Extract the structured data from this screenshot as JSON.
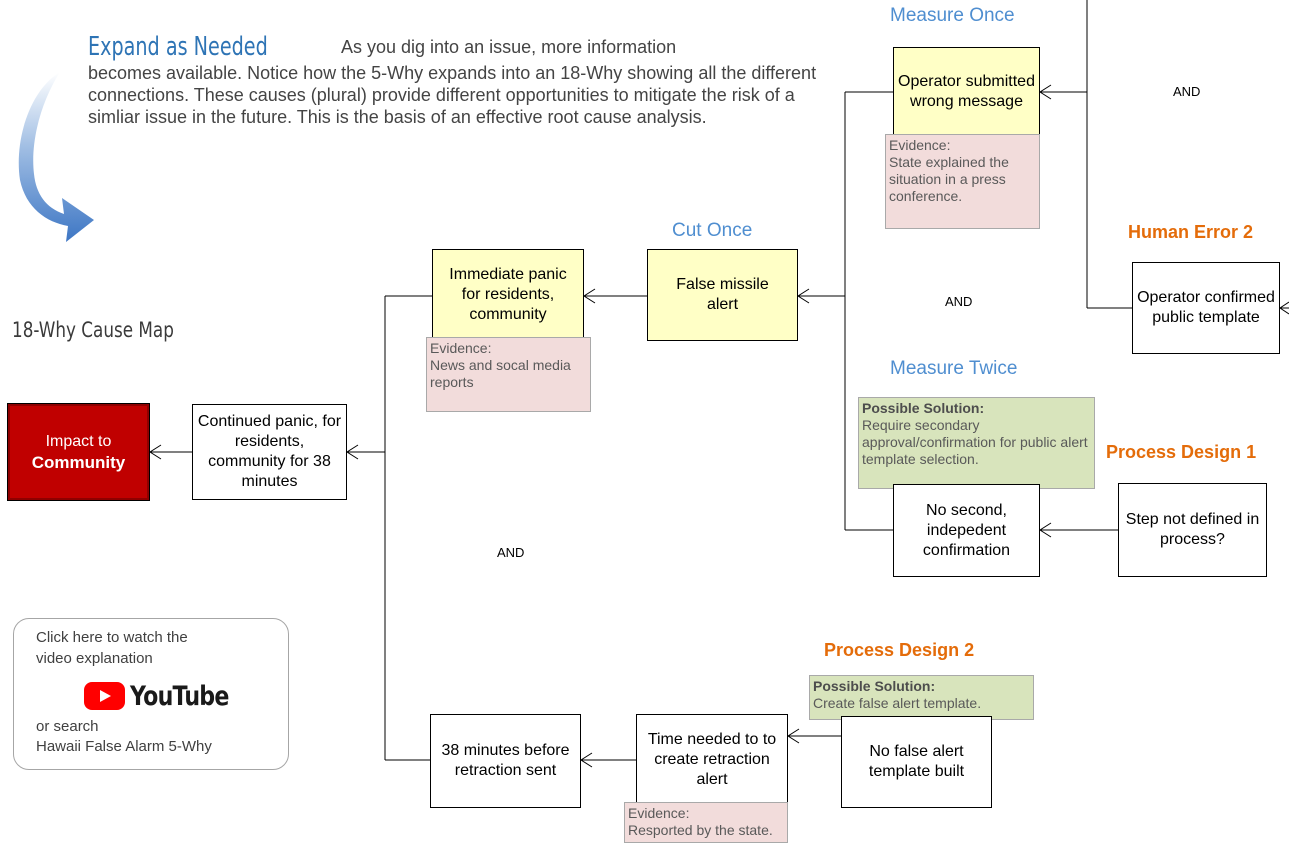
{
  "intro": {
    "heading": "Expand as Needed",
    "first_line": "As you dig into an issue, more information",
    "body": "becomes available.  Notice how the 5-Why expands into an 18-Why showing all the different connections. These causes (plural) provide different opportunities to mitigate the risk of a simliar issue in the future. This is the basis of an effective root cause analysis."
  },
  "map_title": "18-Why Cause Map",
  "video": {
    "line1": "Click here to watch the",
    "line2": "video explanation",
    "logo_text": "YouTube",
    "line3": "or search",
    "line4": "Hawaii False Alarm 5-Why"
  },
  "labels": {
    "measure_once": "Measure Once",
    "cut_once": "Cut Once",
    "measure_twice": "Measure Twice",
    "human_error_2": "Human Error 2",
    "process_design_1": "Process Design 1",
    "process_design_2": "Process Design 2",
    "and": "AND"
  },
  "nodes": {
    "impact": {
      "line1": "Impact to",
      "line2": "Community"
    },
    "continued_panic": "Continued panic, for residents, community for 38 minutes",
    "immediate_panic": "Immediate panic for residents, community",
    "false_alert": "False missile alert",
    "operator_wrong": "Operator submitted wrong message",
    "operator_confirmed": "Operator confirmed public template",
    "no_second": "No second, indepedent confirmation",
    "step_not_defined": "Step not defined in process?",
    "minutes_retraction": "38 minutes before retraction sent",
    "time_needed": "Time needed to to create retraction alert",
    "no_false_template": "No false alert template built"
  },
  "evidence": {
    "heading": "Evidence:",
    "immediate_panic": "News and socal media reports",
    "operator_wrong": "State explained the situation in a press conference.",
    "time_needed": "Resported by the state."
  },
  "solutions": {
    "heading": "Possible Solution:",
    "measure_twice": "Require secondary approval/confirmation for public alert template selection.",
    "process_design_2": "Create false alert template."
  }
}
